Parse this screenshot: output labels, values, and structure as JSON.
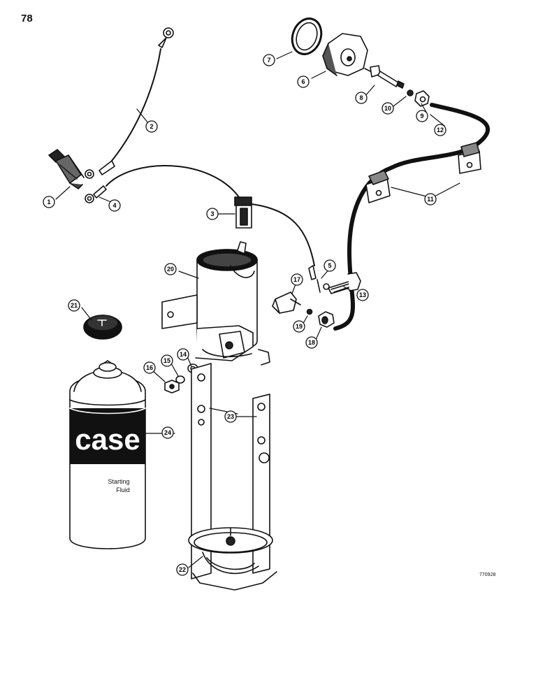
{
  "page_number": "78",
  "figure_code": "770928",
  "brand_text": "case",
  "can_label_lines": [
    "Starting",
    "Fluid"
  ],
  "callouts": [
    "1",
    "2",
    "3",
    "4",
    "5",
    "6",
    "7",
    "8",
    "9",
    "10",
    "11",
    "12",
    "13",
    "14",
    "15",
    "16",
    "17",
    "18",
    "19",
    "20",
    "21",
    "22",
    "23",
    "24"
  ],
  "colors": {
    "ink": "#111111",
    "paper": "#ffffff",
    "shade": "#9a9a9a"
  }
}
